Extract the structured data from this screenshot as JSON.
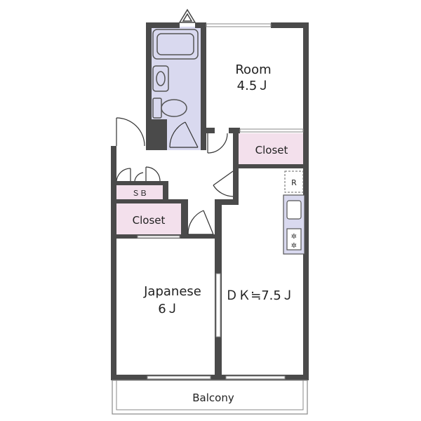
{
  "colors": {
    "wall": "#4a4a4a",
    "wet_area": "#d9d9ef",
    "storage": "#f3e0ec",
    "floor": "#ffffff",
    "window": "#8a8a8a",
    "fixture_line": "#555555",
    "balcony_line": "#888888"
  },
  "rooms": {
    "room": {
      "name": "Room",
      "size": "4.5Ｊ"
    },
    "japanese": {
      "name": "Japanese",
      "size": "6Ｊ"
    },
    "dk": {
      "label": "ＤＫ≒7.5Ｊ"
    }
  },
  "storage": {
    "closet_upper": "Closet",
    "closet_lower": "Closet",
    "shoe_box": "ＳＢ"
  },
  "fixtures": {
    "fridge_space": "R",
    "stove_icon": "stove-burner-icon",
    "sink_icon": "kitchen-sink-icon",
    "bathtub_icon": "bathtub-icon",
    "washbasin_icon": "washbasin-icon",
    "toilet_icon": "toilet-icon"
  },
  "balcony": {
    "label": "Balcony"
  }
}
